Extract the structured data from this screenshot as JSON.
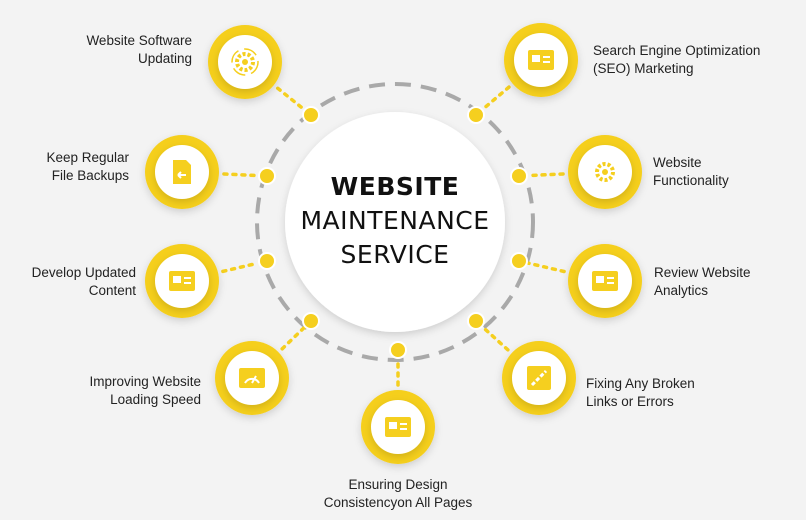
{
  "title": {
    "line1": "WEBSITE",
    "line2": "MAINTENANCE",
    "line3": "SERVICE"
  },
  "colors": {
    "accent": "#F5CF1F",
    "ring": "#a9a9a9",
    "background": "#f3f3f3"
  },
  "items": [
    {
      "label1": "Website Software",
      "label2": "Updating",
      "icon": "gear-refresh-icon"
    },
    {
      "label1": "Search Engine Optimization",
      "label2": "(SEO) Marketing",
      "icon": "seo-monitor-icon"
    },
    {
      "label1": "Keep Regular",
      "label2": "File Backups",
      "icon": "file-backup-icon"
    },
    {
      "label1": "Website",
      "label2": "Functionality",
      "icon": "gears-icon"
    },
    {
      "label1": "Develop Updated",
      "label2": "Content",
      "icon": "content-icon"
    },
    {
      "label1": "Review Website",
      "label2": "Analytics",
      "icon": "analytics-icon"
    },
    {
      "label1": "Improving Website",
      "label2": "Loading Speed",
      "icon": "speedometer-icon"
    },
    {
      "label1": "Fixing Any Broken",
      "label2": "Links or Errors",
      "icon": "broken-link-icon"
    },
    {
      "label1": "Ensuring Design",
      "label2": "Consistencyon All Pages",
      "icon": "design-layout-icon"
    }
  ]
}
